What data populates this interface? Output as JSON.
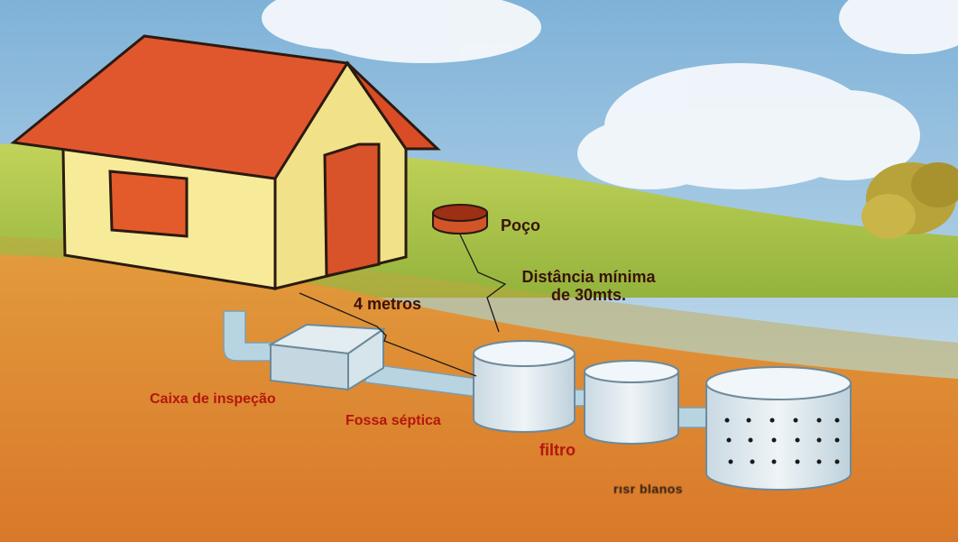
{
  "diagram": {
    "labels": {
      "well": "Poço",
      "min_distance_line1": "Distância mínima",
      "min_distance_line2": "de 30mts.",
      "four_meters": "4 metros",
      "inspection_box": "Caixa de inspeção",
      "septic_tank": "Fossa séptica",
      "filter": "filtro",
      "sump": "rısr blanos"
    },
    "colors": {
      "sky": "#cfe3f0",
      "grass": "#a8c24a",
      "soil": "#e08a2a",
      "roof": "#e0572e",
      "wall": "#f7eb9a",
      "pipe": "#b8d4e0",
      "label_text": "#3a1208",
      "label_red": "#b3170d"
    },
    "icons": [
      "house-icon",
      "well-icon",
      "tree-icon"
    ]
  }
}
